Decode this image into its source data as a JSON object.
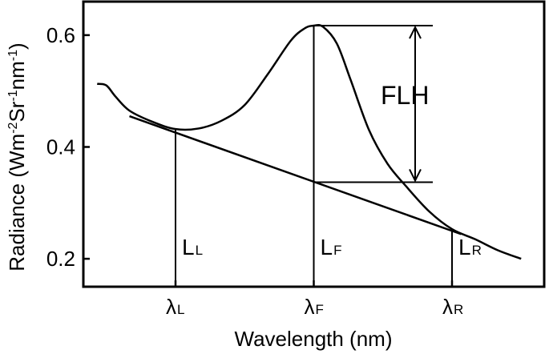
{
  "chart_data": {
    "type": "line",
    "title": "",
    "xlabel": "Wavelength (nm)",
    "ylabel": {
      "prefix": "Radiance (Wm",
      "sup1": "-2",
      "mid": "Sr",
      "sup2": "-1",
      "mid2": "nm",
      "sup3": "-1",
      "suffix": ")"
    },
    "ylim": [
      0.15,
      0.66
    ],
    "xlim": [
      0,
      1
    ],
    "y_ticks": [
      {
        "value": 0.2,
        "label": "0.2"
      },
      {
        "value": 0.4,
        "label": "0.4"
      },
      {
        "value": 0.6,
        "label": "0.6"
      }
    ],
    "x_ticks": [
      {
        "value": 0.2,
        "main": "λ",
        "sub": "L"
      },
      {
        "value": 0.5,
        "main": "λ",
        "sub": "F"
      },
      {
        "value": 0.8,
        "main": "λ",
        "sub": "R"
      }
    ],
    "series": [
      {
        "role": "radiance-spectrum",
        "x": [
          0.03,
          0.05,
          0.07,
          0.1,
          0.15,
          0.2,
          0.25,
          0.3,
          0.35,
          0.4,
          0.45,
          0.48,
          0.5,
          0.52,
          0.55,
          0.58,
          0.62,
          0.66,
          0.7,
          0.75,
          0.8,
          0.85,
          0.9,
          0.95
        ],
        "y": [
          0.513,
          0.51,
          0.49,
          0.465,
          0.445,
          0.432,
          0.433,
          0.447,
          0.475,
          0.53,
          0.59,
          0.612,
          0.617,
          0.615,
          0.585,
          0.52,
          0.43,
          0.37,
          0.33,
          0.285,
          0.253,
          0.235,
          0.215,
          0.2
        ]
      },
      {
        "role": "baseline",
        "x": [
          0.1,
          0.82
        ],
        "y": [
          0.455,
          0.244
        ]
      }
    ],
    "markers": [
      {
        "x": 0.2,
        "y_top": 0.432,
        "label_main": "L",
        "label_sub": "L"
      },
      {
        "x": 0.5,
        "y_top": 0.617,
        "label_main": "L",
        "label_sub": "F"
      },
      {
        "x": 0.8,
        "y_top": 0.253,
        "label_main": "L",
        "label_sub": "R"
      }
    ],
    "flh": {
      "label": "FLH",
      "x": 0.5,
      "top": 0.617,
      "bottom": 0.337,
      "arrow_x": 0.72
    },
    "grid": false,
    "legend": "none"
  }
}
